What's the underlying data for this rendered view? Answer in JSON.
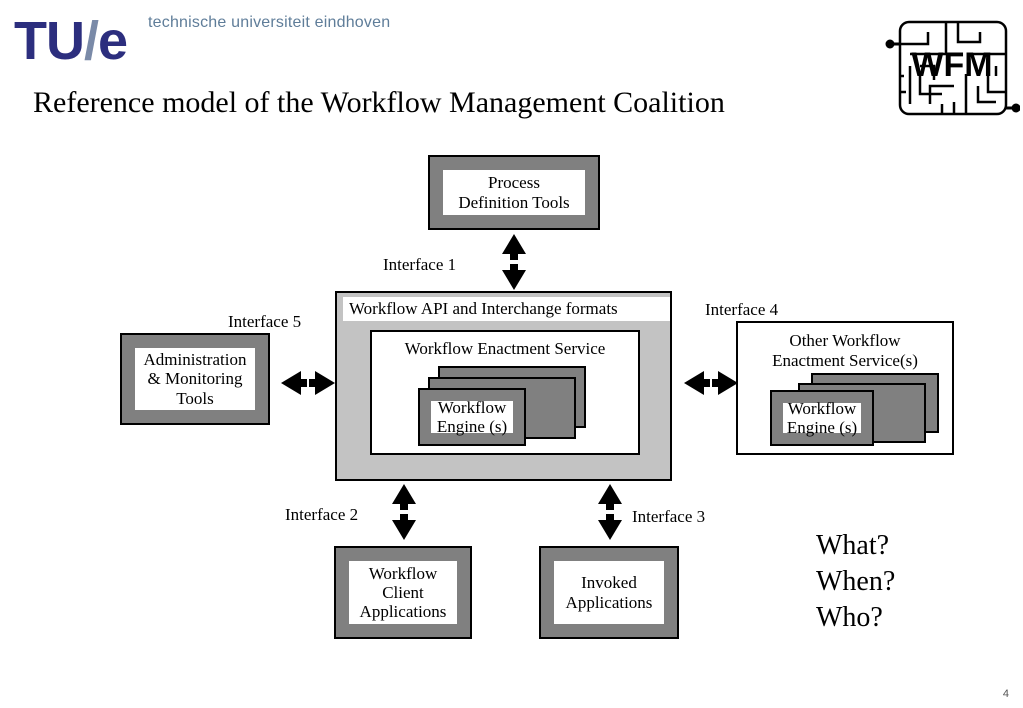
{
  "branding": {
    "logo_text_tu": "TU",
    "logo_text_slash": "/",
    "logo_text_e": "e",
    "subtitle": "technische universiteit eindhoven",
    "wfm_logo_letters": "WFM",
    "wfm_logo_name": "wfm-maze-logo"
  },
  "slide": {
    "title": "Reference model of the Workflow Management Coalition",
    "page_number": "4"
  },
  "diagram": {
    "process_definition_tools": "Process\nDefinition Tools",
    "process_definition_tools_line1": "Process",
    "process_definition_tools_line2": "Definition Tools",
    "api_strip": "Workflow API and Interchange formats",
    "enactment_service": "Workflow Enactment Service",
    "engine_center_line1": "Workflow",
    "engine_center_line2": "Engine (s)",
    "admin_tools_line1": "Administration",
    "admin_tools_line2": "&  Monitoring",
    "admin_tools_line3": "Tools",
    "other_service_line1": "Other Workflow",
    "other_service_line2": "Enactment Service(s)",
    "engine_right_line1": "Workflow",
    "engine_right_line2": "Engine (s)",
    "client_apps_line1": "Workflow",
    "client_apps_line2": "Client",
    "client_apps_line3": "Applications",
    "invoked_apps_line1": "Invoked",
    "invoked_apps_line2": "Applications",
    "interfaces": {
      "i1": "Interface 1",
      "i2": "Interface 2",
      "i3": "Interface 3",
      "i4": "Interface 4",
      "i5": "Interface 5"
    }
  },
  "questions": {
    "q1": "What?",
    "q2": "When?",
    "q3": "Who?"
  },
  "colors": {
    "tue_blue": "#2c2e7e",
    "tue_slash_gray": "#7a8aa8",
    "tue_subtitle": "#5f7d99",
    "box_gray": "#808080",
    "panel_gray": "#c3c3c3",
    "outline": "#000000",
    "white": "#ffffff"
  }
}
